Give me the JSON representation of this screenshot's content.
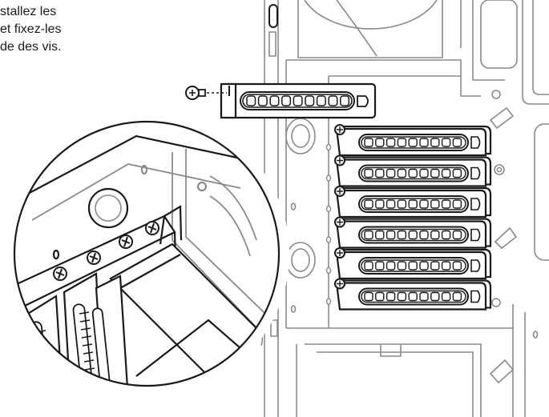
{
  "instruction": {
    "lines": [
      "stallez les",
      "et fixez-les",
      "de des vis."
    ]
  },
  "illustration": {
    "installed_bracket_count": 6,
    "bracket_slot_count": 9,
    "colors": {
      "line": "#1a1a1a",
      "light_line": "#8a8a8a",
      "background": "#ffffff"
    },
    "icons": [
      "screw-icon",
      "pcie-bracket-icon",
      "case-fan-icon",
      "zoom-magnifier-circle"
    ]
  }
}
